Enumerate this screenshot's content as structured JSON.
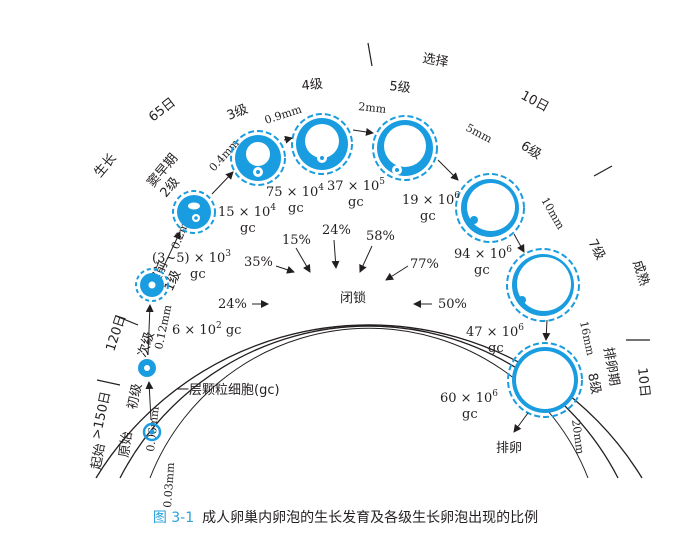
{
  "outer_arc_labels": {
    "start": "起始",
    "over150": ">150日",
    "d120": "120日",
    "growth": "生长",
    "d65": "65日",
    "select": "选择",
    "d10": "10日",
    "mature": "成熟",
    "ovulation_period": "排卵期",
    "d10b": "10日"
  },
  "stage_labels": {
    "primordial": "原始",
    "primary": "初级",
    "secondary": "次级",
    "preantral": "窦前\n1级",
    "early_antral": "窦早期\n2级",
    "g3": "3级",
    "g4": "4级",
    "g5": "5级",
    "g6": "6级",
    "g7": "7级",
    "g8": "8级"
  },
  "sizes": {
    "s003": "0.03mm",
    "s006": "0.06mm",
    "s012": "0.12mm",
    "s02": "0.2mm",
    "s04": "0.4mm",
    "s09": "0.9mm",
    "s2": "2mm",
    "s5": "5mm",
    "s10": "10mm",
    "s16": "16mm",
    "s20": "20mm"
  },
  "cell_counts": {
    "c1": "6 × 10",
    "c1_exp": "2",
    "c1_unit": " gc",
    "c2": "(3~5) × 10",
    "c2_exp": "3",
    "c2_unit": "gc",
    "c3": "15 × 10",
    "c3_exp": "4",
    "c3_unit": "gc",
    "c4": "75 × 10",
    "c4_exp": "4",
    "c4_unit": "gc",
    "c5": "37 × 10",
    "c5_exp": "5",
    "c5_unit": "gc",
    "c6": "19 × 10",
    "c6_exp": "6",
    "c6_unit": "gc",
    "c7": "94 × 10",
    "c7_exp": "6",
    "c7_unit": "gc",
    "c8": "47 × 10",
    "c8_exp": "6",
    "c8_unit": "gc",
    "c9": "60 × 10",
    "c9_exp": "6",
    "c9_unit": "gc"
  },
  "atresia": {
    "center": "闭锁",
    "p24a": "24%",
    "p35": "35%",
    "p15": "15%",
    "p24b": "24%",
    "p58": "58%",
    "p77": "77%",
    "p50": "50%"
  },
  "granulosa_note": "一层颗粒细胞(gc)",
  "ovulation": "排卵",
  "caption_fig": "图 3-1",
  "caption_text": "成人卵巢内卵泡的生长发育及各级生长卵泡出现的比例",
  "colors": {
    "follicle": "#1a9de0",
    "text": "#231f20",
    "caption_fig": "#2aa0dc"
  }
}
